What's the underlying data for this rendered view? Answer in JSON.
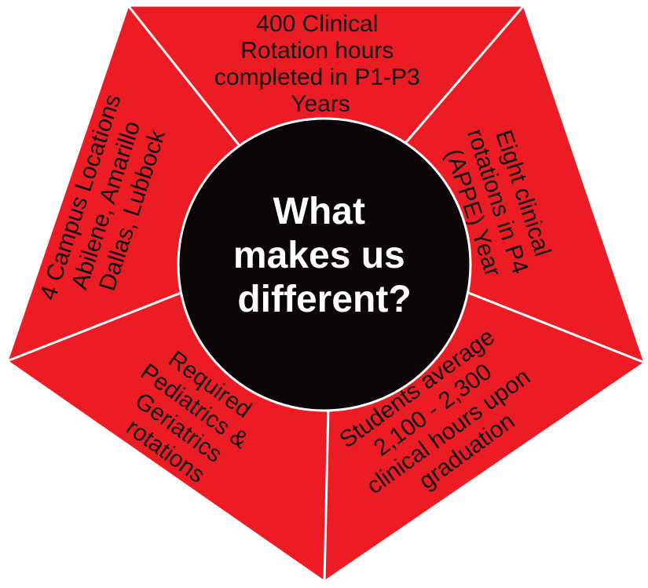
{
  "center": {
    "lines": [
      "What",
      "makes us",
      "different?"
    ]
  },
  "segments": [
    {
      "id": "top",
      "lines": [
        "400 Clinical",
        "Rotation hours",
        "completed in P1-P3",
        "Years"
      ]
    },
    {
      "id": "right",
      "lines": [
        "Eight clinical",
        "rotations in P4",
        "(APPE) Year"
      ]
    },
    {
      "id": "bottom-right",
      "lines": [
        "Students average",
        "2,100 - 2,300",
        "clinical hours upon",
        "graduation"
      ]
    },
    {
      "id": "bottom-left",
      "lines": [
        "Required",
        "Pediatrics &",
        "Geriatrics",
        "rotations"
      ]
    },
    {
      "id": "left",
      "lines": [
        "4 Campus Locations",
        "Abilene, Amarillo",
        "Dallas, Lubbock"
      ]
    }
  ],
  "colors": {
    "segment_fill": "#ed1c24",
    "divider": "#ffffff",
    "center_fill": "#0a0506",
    "center_text": "#ffffff",
    "segment_text": "#111111"
  }
}
